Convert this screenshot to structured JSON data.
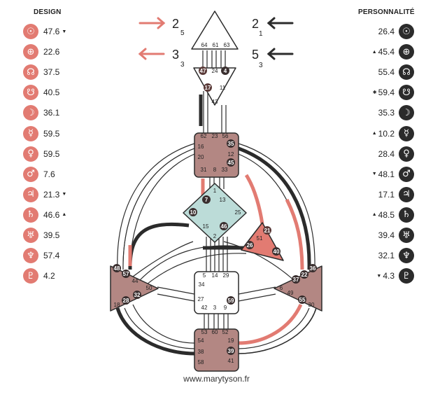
{
  "design": {
    "title": "DESIGN",
    "color": "#e27b72",
    "planets": [
      {
        "icon": "sun-icon",
        "symbol": "☉",
        "value": "47.6",
        "mark": "▼"
      },
      {
        "icon": "earth-icon",
        "symbol": "⊕",
        "value": "22.6",
        "mark": ""
      },
      {
        "icon": "north-node-icon",
        "symbol": "☊",
        "value": "37.5",
        "mark": ""
      },
      {
        "icon": "south-node-icon",
        "symbol": "☋",
        "value": "40.5",
        "mark": ""
      },
      {
        "icon": "moon-icon",
        "symbol": "☽",
        "value": "36.1",
        "mark": ""
      },
      {
        "icon": "mercury-icon",
        "symbol": "☿",
        "value": "59.5",
        "mark": ""
      },
      {
        "icon": "venus-icon",
        "symbol": "♀",
        "value": "59.5",
        "mark": ""
      },
      {
        "icon": "mars-icon",
        "symbol": "♂",
        "value": "7.6",
        "mark": ""
      },
      {
        "icon": "jupiter-icon",
        "symbol": "♃",
        "value": "21.3",
        "mark": "▼"
      },
      {
        "icon": "saturn-icon",
        "symbol": "♄",
        "value": "46.6",
        "mark": "▲"
      },
      {
        "icon": "uranus-icon",
        "symbol": "♅",
        "value": "39.5",
        "mark": ""
      },
      {
        "icon": "neptune-icon",
        "symbol": "♆",
        "value": "57.4",
        "mark": ""
      },
      {
        "icon": "pluto-icon",
        "symbol": "♇",
        "value": "4.2",
        "mark": ""
      }
    ]
  },
  "personality": {
    "title": "PERSONNALITÉ",
    "color": "#2b2b2b",
    "planets": [
      {
        "icon": "sun-icon",
        "symbol": "☉",
        "value": "26.4",
        "mark": ""
      },
      {
        "icon": "earth-icon",
        "symbol": "⊕",
        "value": "45.4",
        "mark": "▲"
      },
      {
        "icon": "north-node-icon",
        "symbol": "☊",
        "value": "55.4",
        "mark": ""
      },
      {
        "icon": "south-node-icon",
        "symbol": "☋",
        "value": "59.4",
        "mark": "✱"
      },
      {
        "icon": "moon-icon",
        "symbol": "☽",
        "value": "35.3",
        "mark": ""
      },
      {
        "icon": "mercury-icon",
        "symbol": "☿",
        "value": "10.2",
        "mark": "▲"
      },
      {
        "icon": "venus-icon",
        "symbol": "♀",
        "value": "28.4",
        "mark": ""
      },
      {
        "icon": "mars-icon",
        "symbol": "♂",
        "value": "48.1",
        "mark": "▼"
      },
      {
        "icon": "jupiter-icon",
        "symbol": "♃",
        "value": "17.1",
        "mark": ""
      },
      {
        "icon": "saturn-icon",
        "symbol": "♄",
        "value": "48.5",
        "mark": "▲"
      },
      {
        "icon": "uranus-icon",
        "symbol": "♅",
        "value": "39.4",
        "mark": ""
      },
      {
        "icon": "neptune-icon",
        "symbol": "♆",
        "value": "32.1",
        "mark": ""
      },
      {
        "icon": "pluto-icon",
        "symbol": "♇",
        "value": "4.3",
        "mark": "▼"
      }
    ]
  },
  "variables": {
    "left": [
      {
        "main": "2",
        "sub": "5"
      },
      {
        "main": "3",
        "sub": "3"
      }
    ],
    "right": [
      {
        "main": "2",
        "sub": "1"
      },
      {
        "main": "5",
        "sub": "3"
      }
    ]
  },
  "colors": {
    "defined_center": "#b38783",
    "g_center": "#bcdcd8",
    "spleen_center": "#e27b72",
    "open_center": "#ffffff",
    "design_channel": "#e27b72",
    "personality_channel": "#2b2b2b"
  },
  "gates": {
    "head": [
      "64",
      "61",
      "63"
    ],
    "ajna": [
      "47",
      "24",
      "4",
      "17",
      "11",
      "43"
    ],
    "throat": [
      "62",
      "23",
      "56",
      "16",
      "35",
      "20",
      "12",
      "31",
      "8",
      "33",
      "45"
    ],
    "g": [
      "1",
      "7",
      "13",
      "10",
      "25",
      "15",
      "46",
      "2"
    ],
    "heart": [
      "21",
      "51",
      "26",
      "40"
    ],
    "sacral": [
      "5",
      "14",
      "29",
      "34",
      "27",
      "59",
      "42",
      "3",
      "9"
    ],
    "spleen": [
      "48",
      "57",
      "44",
      "50",
      "32",
      "28",
      "18"
    ],
    "solar_plexus": [
      "36",
      "22",
      "37",
      "6",
      "49",
      "55",
      "30"
    ],
    "root": [
      "53",
      "60",
      "52",
      "54",
      "19",
      "38",
      "39",
      "58",
      "41"
    ]
  },
  "footer": {
    "url": "www.marytyson.fr"
  }
}
